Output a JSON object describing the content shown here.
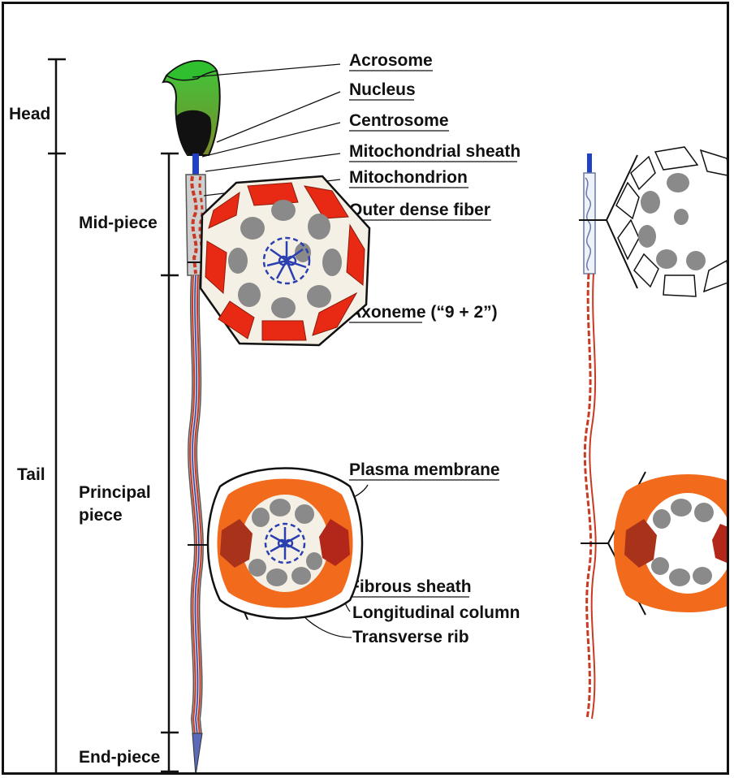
{
  "regions": {
    "head": "Head",
    "tail": "Tail",
    "mid_piece": "Mid-piece",
    "principal_piece_line1": "Principal",
    "principal_piece_line2": "piece",
    "end_piece": "End-piece"
  },
  "labels": {
    "acrosome": "Acrosome",
    "nucleus": "Nucleus",
    "centrosome": "Centrosome",
    "mitochondrial_sheath": "Mitochondrial sheath",
    "mitochondrion": "Mitochondrion",
    "outer_dense_fiber": "Outer dense fiber",
    "axoneme": "Axoneme",
    "axoneme_suffix": " (“9 + 2”)",
    "plasma_membrane": "Plasma membrane",
    "fibrous_sheath": "Fibrous sheath",
    "longitudinal_column": "Longitudinal column",
    "transverse_rib": "Transverse rib"
  },
  "colors": {
    "acrosome": "#2fbf2f",
    "nucleus": "#111111",
    "centrosome": "#2040c8",
    "mitochondrion": "#e82a14",
    "dense_fiber": "#8a8a8a",
    "axoneme": "#2a3fb0",
    "fibrous_sheath": "#f26a1b",
    "longitudinal_column": "#a8321a",
    "cytoplasm": "#f5f0e6"
  }
}
